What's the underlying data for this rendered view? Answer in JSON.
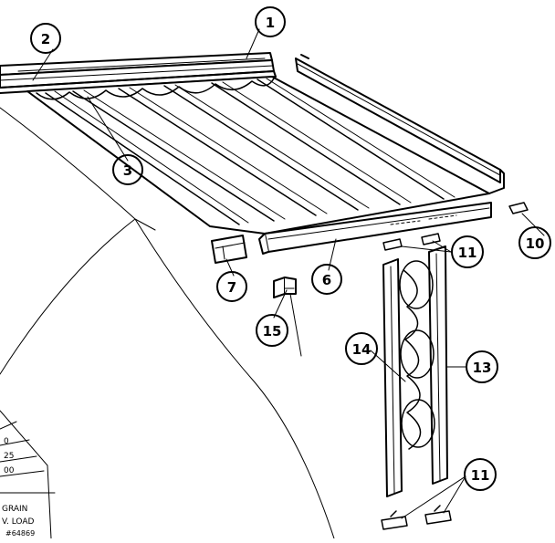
{
  "callouts": [
    {
      "key": "c1",
      "label": "1"
    },
    {
      "key": "c2",
      "label": "2"
    },
    {
      "key": "c3",
      "label": "3"
    },
    {
      "key": "c6",
      "label": "6"
    },
    {
      "key": "c7",
      "label": "7"
    },
    {
      "key": "c10",
      "label": "10"
    },
    {
      "key": "c11a",
      "label": "11"
    },
    {
      "key": "c11b",
      "label": "11"
    },
    {
      "key": "c13",
      "label": "13"
    },
    {
      "key": "c14",
      "label": "14"
    },
    {
      "key": "c15",
      "label": "15"
    }
  ],
  "table_fragments": {
    "row1": "0",
    "row2": "25",
    "row3": "00"
  },
  "footer": {
    "line1": "GRAIN",
    "line2": "V. LOAD",
    "line3": "#64869"
  }
}
